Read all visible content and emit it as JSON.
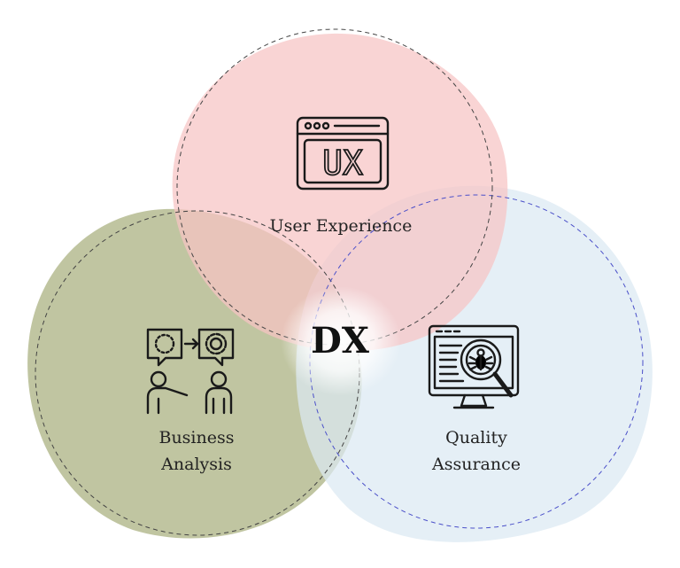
{
  "diagram": {
    "center_label": "DX",
    "circles": [
      {
        "key": "ux",
        "label_lines": [
          "User Experience"
        ],
        "fill": "#f7c4c4",
        "dash": "#444444",
        "icon": "ux-window-icon",
        "icon_text": "UX"
      },
      {
        "key": "ba",
        "label_lines": [
          "Business",
          "Analysis"
        ],
        "fill": "#a8ae7d",
        "dash": "#444444",
        "icon": "business-analysis-icon"
      },
      {
        "key": "qa",
        "label_lines": [
          "Quality",
          "Assurance"
        ],
        "fill": "#dbe9f2",
        "dash": "#4a4fc9",
        "icon": "bug-inspection-icon"
      }
    ]
  }
}
